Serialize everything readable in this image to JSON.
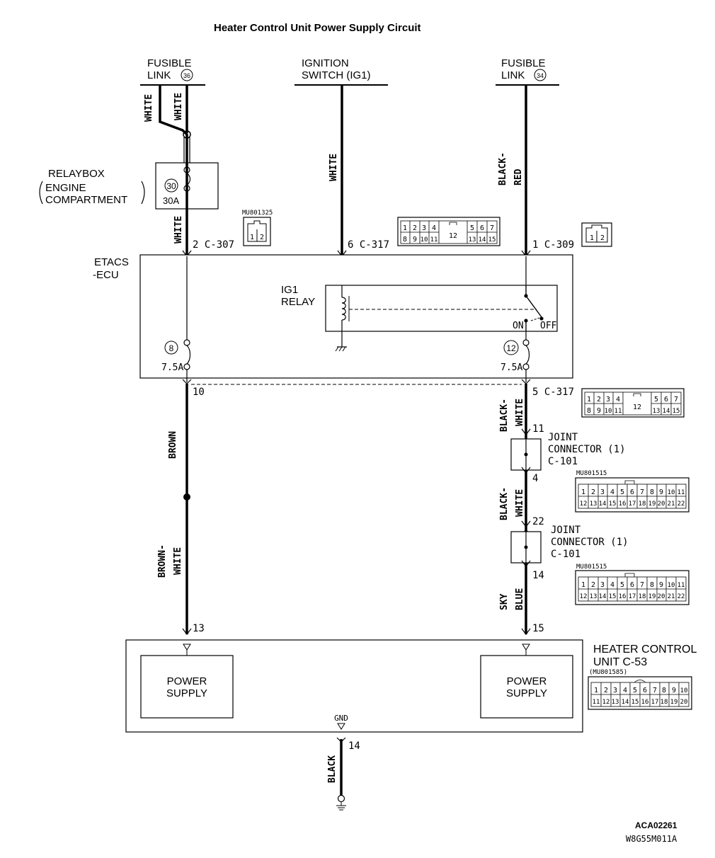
{
  "title": "Heater Control Unit Power Supply Circuit",
  "footer": {
    "code1": "ACA02261",
    "code2": "W8G55M011A"
  },
  "sources": {
    "fusible_link_left": {
      "line1": "FUSIBLE",
      "line2": "LINK",
      "num": "36"
    },
    "ignition": {
      "line1": "IGNITION",
      "line2": "SWITCH (IG1)"
    },
    "fusible_link_right": {
      "line1": "FUSIBLE",
      "line2": "LINK",
      "num": "34"
    }
  },
  "relaybox": {
    "line1": "RELAYBOX",
    "line2": "ENGINE",
    "line3": "COMPARTMENT",
    "fuse_num": "30",
    "fuse_rating": "30A"
  },
  "etacs": {
    "line1": "ETACS",
    "line2": "-ECU",
    "relay_line1": "IG1",
    "relay_line2": "RELAY",
    "on": "ON",
    "off": "OFF",
    "fuse_left_num": "8",
    "fuse_left_rating": "7.5A",
    "fuse_right_num": "12",
    "fuse_right_rating": "7.5A",
    "pin_left_out": "10",
    "pin_right_out": "5 C-317"
  },
  "wires": {
    "white_a": "WHITE",
    "white_b": "WHITE",
    "white_c": "WHITE",
    "white_d": "WHITE",
    "black_red_1": "BLACK-",
    "black_red_2": "RED",
    "brown": "BROWN",
    "brown_white_1": "BROWN-",
    "brown_white_2": "WHITE",
    "black_white_a1": "BLACK-",
    "black_white_a2": "WHITE",
    "black_white_b1": "BLACK-",
    "black_white_b2": "WHITE",
    "sky_blue_1": "SKY",
    "sky_blue_2": "BLUE",
    "black": "BLACK"
  },
  "connectors": {
    "c307": {
      "label": "2 C-307",
      "part": "MU801325",
      "pins": [
        "1",
        "2"
      ]
    },
    "c317_top": {
      "label": "6 C-317",
      "pins_top": [
        "1",
        "2",
        "3",
        "4",
        "5",
        "6",
        "7"
      ],
      "pins_bottom": [
        "8",
        "9",
        "10",
        "11",
        "13",
        "14",
        "15"
      ],
      "center": "12"
    },
    "c309": {
      "label": "1 C-309",
      "pins": [
        "1",
        "2"
      ]
    },
    "c317_mid": {
      "pins_top": [
        "1",
        "2",
        "3",
        "4",
        "5",
        "6",
        "7"
      ],
      "pins_bottom": [
        "8",
        "9",
        "10",
        "11",
        "13",
        "14",
        "15"
      ],
      "center": "12"
    },
    "joint1": {
      "pin_in": "11",
      "pin_out": "4",
      "line1": "JOINT",
      "line2": "CONNECTOR (1)",
      "line3": "C-101",
      "part": "MU801515"
    },
    "joint2": {
      "pin_in": "22",
      "pin_out": "14",
      "line1": "JOINT",
      "line2": "CONNECTOR (1)",
      "line3": "C-101",
      "part": "MU801515"
    },
    "c101_pins_top": [
      "1",
      "2",
      "3",
      "4",
      "5",
      "6",
      "7",
      "8",
      "9",
      "10",
      "11"
    ],
    "c101_pins_bottom": [
      "12",
      "13",
      "14",
      "15",
      "16",
      "17",
      "18",
      "19",
      "20",
      "21",
      "22"
    ]
  },
  "heater_unit": {
    "line1": "HEATER CONTROL",
    "line2": "UNIT C-53",
    "part": "(MU801585)",
    "pin_left": "13",
    "pin_right": "15",
    "ps_left_1": "POWER",
    "ps_left_2": "SUPPLY",
    "ps_right_1": "POWER",
    "ps_right_2": "SUPPLY",
    "gnd": "GND",
    "gnd_pin": "14",
    "pins_top": [
      "1",
      "2",
      "3",
      "4",
      "5",
      "6",
      "7",
      "8",
      "9",
      "10"
    ],
    "pins_bottom": [
      "11",
      "12",
      "13",
      "14",
      "15",
      "16",
      "17",
      "18",
      "19",
      "20"
    ]
  }
}
